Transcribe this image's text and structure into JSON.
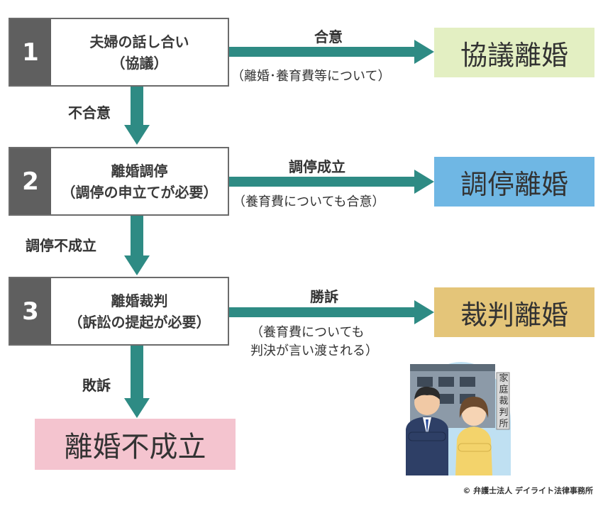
{
  "steps": [
    {
      "number": "1",
      "title": "夫婦の話し合い",
      "subtitle": "（協議）"
    },
    {
      "number": "2",
      "title": "離婚調停",
      "subtitle": "（調停の申立てが必要）"
    },
    {
      "number": "3",
      "title": "離婚裁判",
      "subtitle": "（訴訟の提起が必要）"
    }
  ],
  "down_labels": [
    "不合意",
    "調停不成立",
    "敗訴"
  ],
  "right_arrows": [
    {
      "label": "合意",
      "note_lines": [
        "（離婚･養育費等について）"
      ]
    },
    {
      "label": "調停成立",
      "note_lines": [
        "（養育費についても合意）"
      ]
    },
    {
      "label": "勝訴",
      "note_lines": [
        "（養育費についても",
        "判決が言い渡される）"
      ]
    }
  ],
  "results": [
    {
      "text": "協議離婚",
      "color": "#e3efc2"
    },
    {
      "text": "調停離婚",
      "color": "#6fb7e4"
    },
    {
      "text": "裁判離婚",
      "color": "#e4c579"
    }
  ],
  "final_result": {
    "text": "離婚不成立",
    "color": "#f4c4cf"
  },
  "court_sign": "家庭裁判所",
  "colors": {
    "arrow": "#2e8b84",
    "number_box": "#5f5f5f"
  },
  "credit": "© 弁護士法人 デイライト法律事務所"
}
